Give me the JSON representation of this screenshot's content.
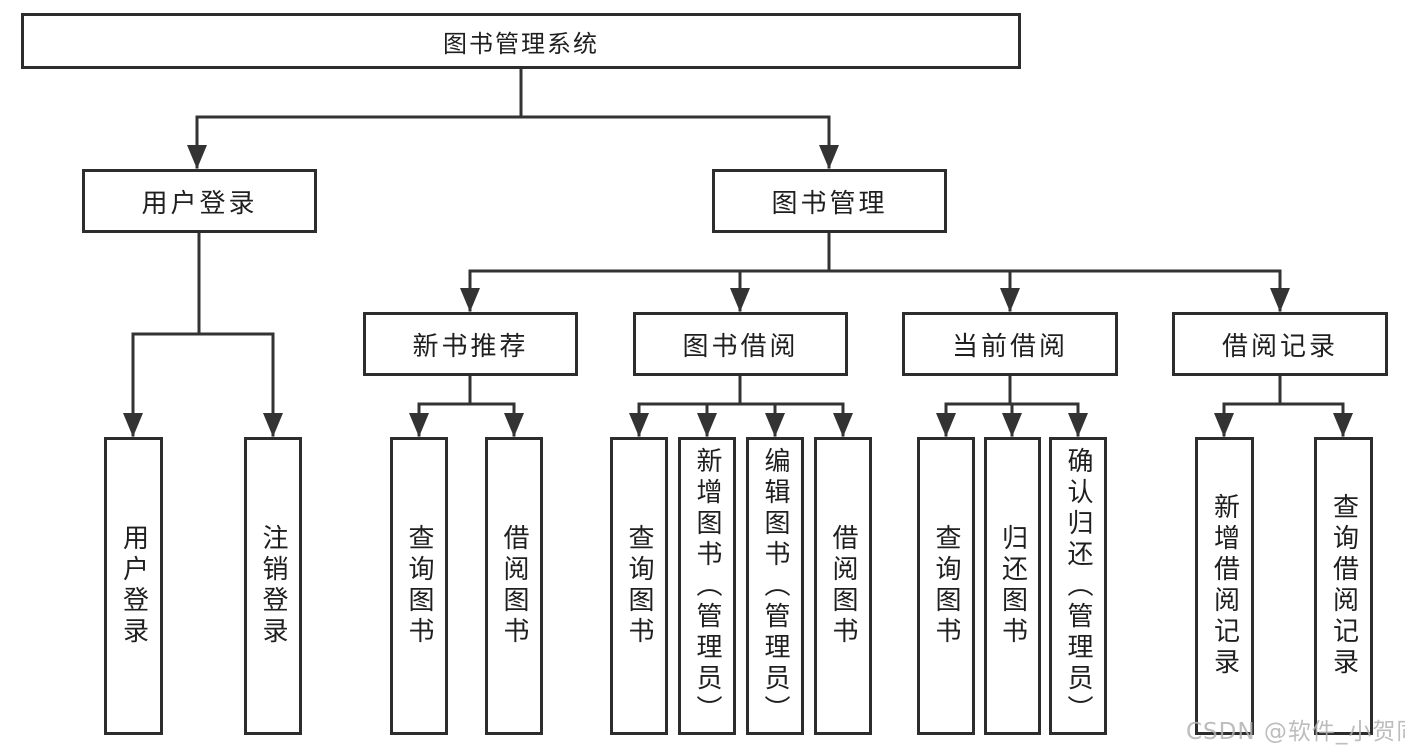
{
  "tree": {
    "root": {
      "label": "图书管理系统"
    },
    "branches": [
      {
        "label": "用户登录",
        "children": [
          {
            "label": "用户登录"
          },
          {
            "label": "注销登录"
          }
        ]
      },
      {
        "label": "图书管理",
        "children": [
          {
            "label": "新书推荐",
            "children": [
              {
                "label": "查询图书"
              },
              {
                "label": "借阅图书"
              }
            ]
          },
          {
            "label": "图书借阅",
            "children": [
              {
                "label": "查询图书"
              },
              {
                "label": "新增图书（管理员）"
              },
              {
                "label": "编辑图书（管理员）"
              },
              {
                "label": "借阅图书"
              }
            ]
          },
          {
            "label": "当前借阅",
            "children": [
              {
                "label": "查询图书"
              },
              {
                "label": "归还图书"
              },
              {
                "label": "确认归还（管理员）"
              }
            ]
          },
          {
            "label": "借阅记录",
            "children": [
              {
                "label": "新增借阅记录"
              },
              {
                "label": "查询借阅记录"
              }
            ]
          }
        ]
      }
    ]
  },
  "watermark": {
    "text": "CSDN @软件_小贺同学"
  },
  "colors": {
    "line": "#333333",
    "box_border": "#2d2d2d",
    "text": "#1f1f1f",
    "watermark": "#b2b2b2",
    "background": "#ffffff"
  }
}
